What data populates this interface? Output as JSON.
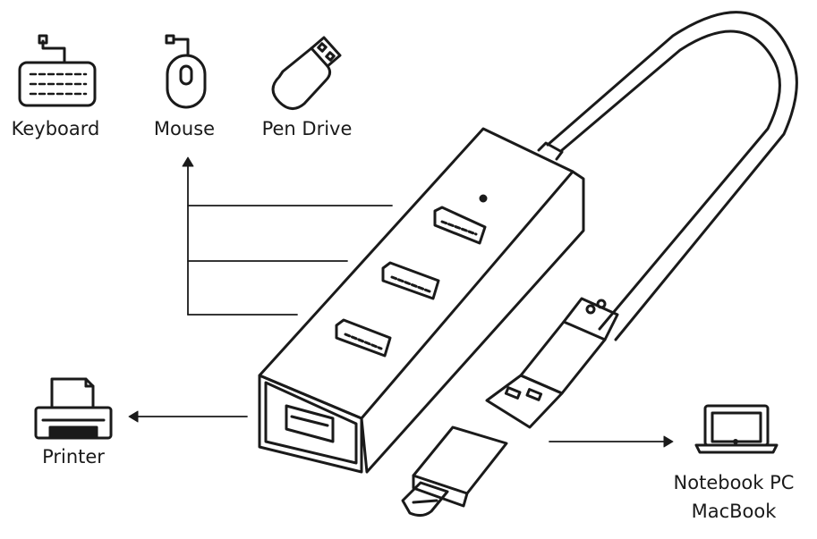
{
  "labels": {
    "keyboard": "Keyboard",
    "mouse": "Mouse",
    "pen_drive": "Pen Drive",
    "printer": "Printer",
    "notebook_line1": "Notebook PC",
    "notebook_line2": "MacBook"
  },
  "icons": {
    "keyboard": "keyboard-icon",
    "mouse": "mouse-icon",
    "pen_drive": "pen-drive-icon",
    "printer": "printer-icon",
    "laptop": "laptop-icon"
  },
  "colors": {
    "line": "#1a1a1a",
    "background": "#ffffff"
  }
}
